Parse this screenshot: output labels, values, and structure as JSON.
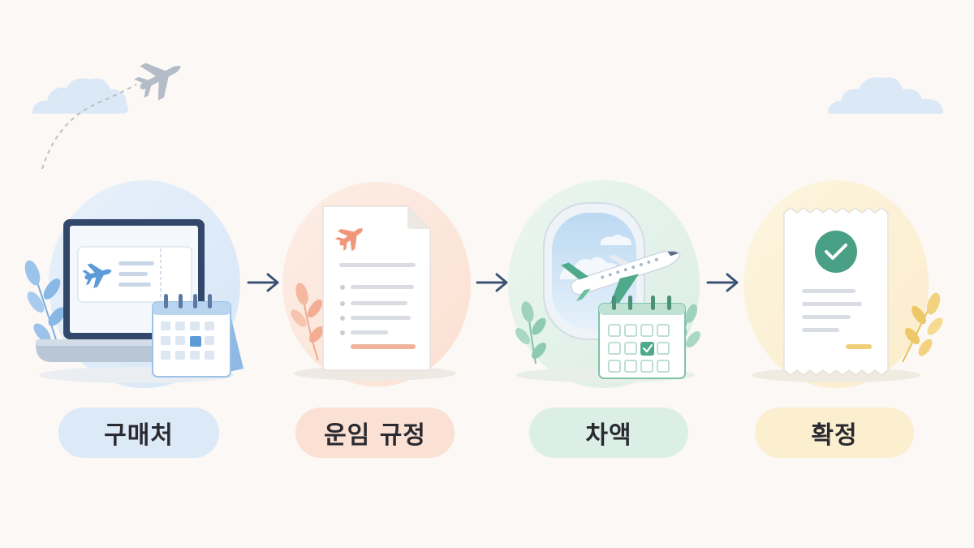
{
  "steps": [
    {
      "label": "구매처",
      "color": "#dce9f7",
      "icon": "laptop-ticket-calendar-icon"
    },
    {
      "label": "운임 규정",
      "color": "#fbe0d4",
      "icon": "fare-document-icon"
    },
    {
      "label": "차액",
      "color": "#dcefe6",
      "icon": "airplane-window-calendar-icon"
    },
    {
      "label": "확정",
      "color": "#fbefcf",
      "icon": "confirmed-receipt-icon"
    }
  ],
  "colors": {
    "background": "#fbf8f5",
    "navy": "#3c5276",
    "blue": "#5d9bd8",
    "coral": "#f0a58a",
    "teal": "#4faa8c",
    "gold": "#efc25a"
  }
}
